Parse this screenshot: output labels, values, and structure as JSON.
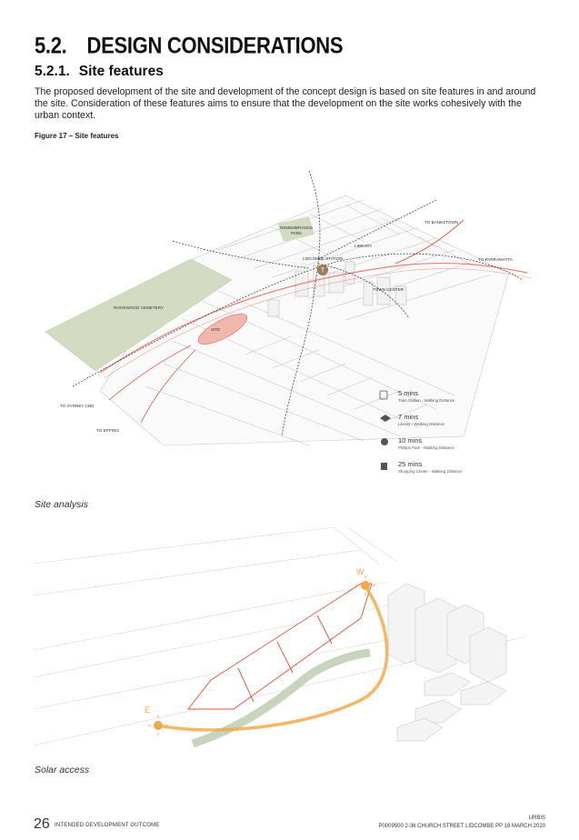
{
  "heading": {
    "number": "5.2.",
    "title": "DESIGN CONSIDERATIONS"
  },
  "subheading": {
    "number": "5.2.1.",
    "title": "Site features"
  },
  "body": "The proposed development of the site and development of the concept design is based on site features in and around the site. Consideration of these features aims to ensure that the development on the site works cohesively with the urban context.",
  "figure_caption": "Figure 17 – Site features",
  "map1": {
    "labels": {
      "remembrance_park": "REMEMBRANCE",
      "remembrance_park2": "PARK",
      "to_bankstown": "TO BANKSTOWN",
      "to_parramatta": "TO PARRAMATTA",
      "library": "LIBRARY",
      "lidcombe_station": "LIDCOMBE STATION",
      "town_center": "TOWN CENTER",
      "rookwood": "ROOKWOOD CEMETERY",
      "site": "SITE",
      "to_sydney_cbd": "TO SYDNEY CBD",
      "to_epping": "TO EPPING",
      "station_marker": "T"
    },
    "legend": [
      {
        "icon": "train-icon",
        "time": "5 mins",
        "desc": "Train Station - Walking Distance"
      },
      {
        "icon": "graduation-cap-icon",
        "time": "7 mins",
        "desc": "Library - Walking Distance"
      },
      {
        "icon": "tree-icon",
        "time": "10 mins",
        "desc": "Phillips Park - Walking Distance"
      },
      {
        "icon": "shopping-bag-icon",
        "time": "25 mins",
        "desc": "Shopping Center - Walking Distance"
      }
    ]
  },
  "map1_caption": "Site analysis",
  "map2": {
    "west": "W",
    "east": "E"
  },
  "map2_caption": "Solar access",
  "footer": {
    "page": "26",
    "left": "INTENDED DEVELOPMENT OUTCOME",
    "right_top": "URBIS",
    "right": "P0009500 2-36 CHURCH STREET LIDCOMBE PP 18 MARCH 2020"
  },
  "colors": {
    "accent_red": "#e0503a",
    "park_green": "#d3dcc2",
    "solar_orange": "#f3a94a",
    "site_fill": "#f0b8ad"
  }
}
